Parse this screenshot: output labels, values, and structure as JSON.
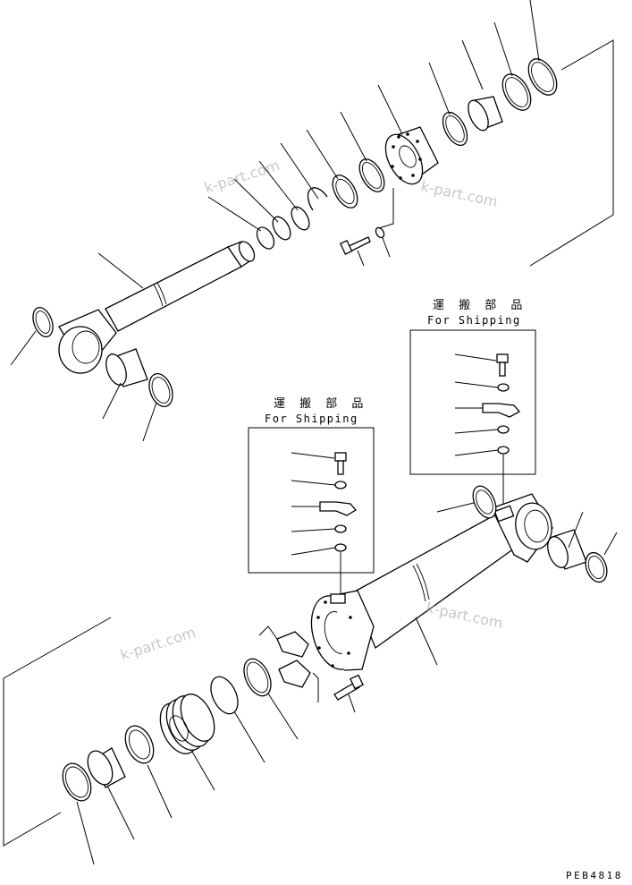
{
  "diagram": {
    "top_assembly_box": {
      "jp_label": "運 搬 部 品",
      "en_label": "For Shipping"
    },
    "left_assembly_box": {
      "jp_label": "運 搬 部 品",
      "en_label": "For Shipping"
    },
    "watermarks": [
      "k-part.com",
      "k-part.com",
      "k-part.com",
      "k-part.com"
    ],
    "figure_code": "PEB4818"
  }
}
